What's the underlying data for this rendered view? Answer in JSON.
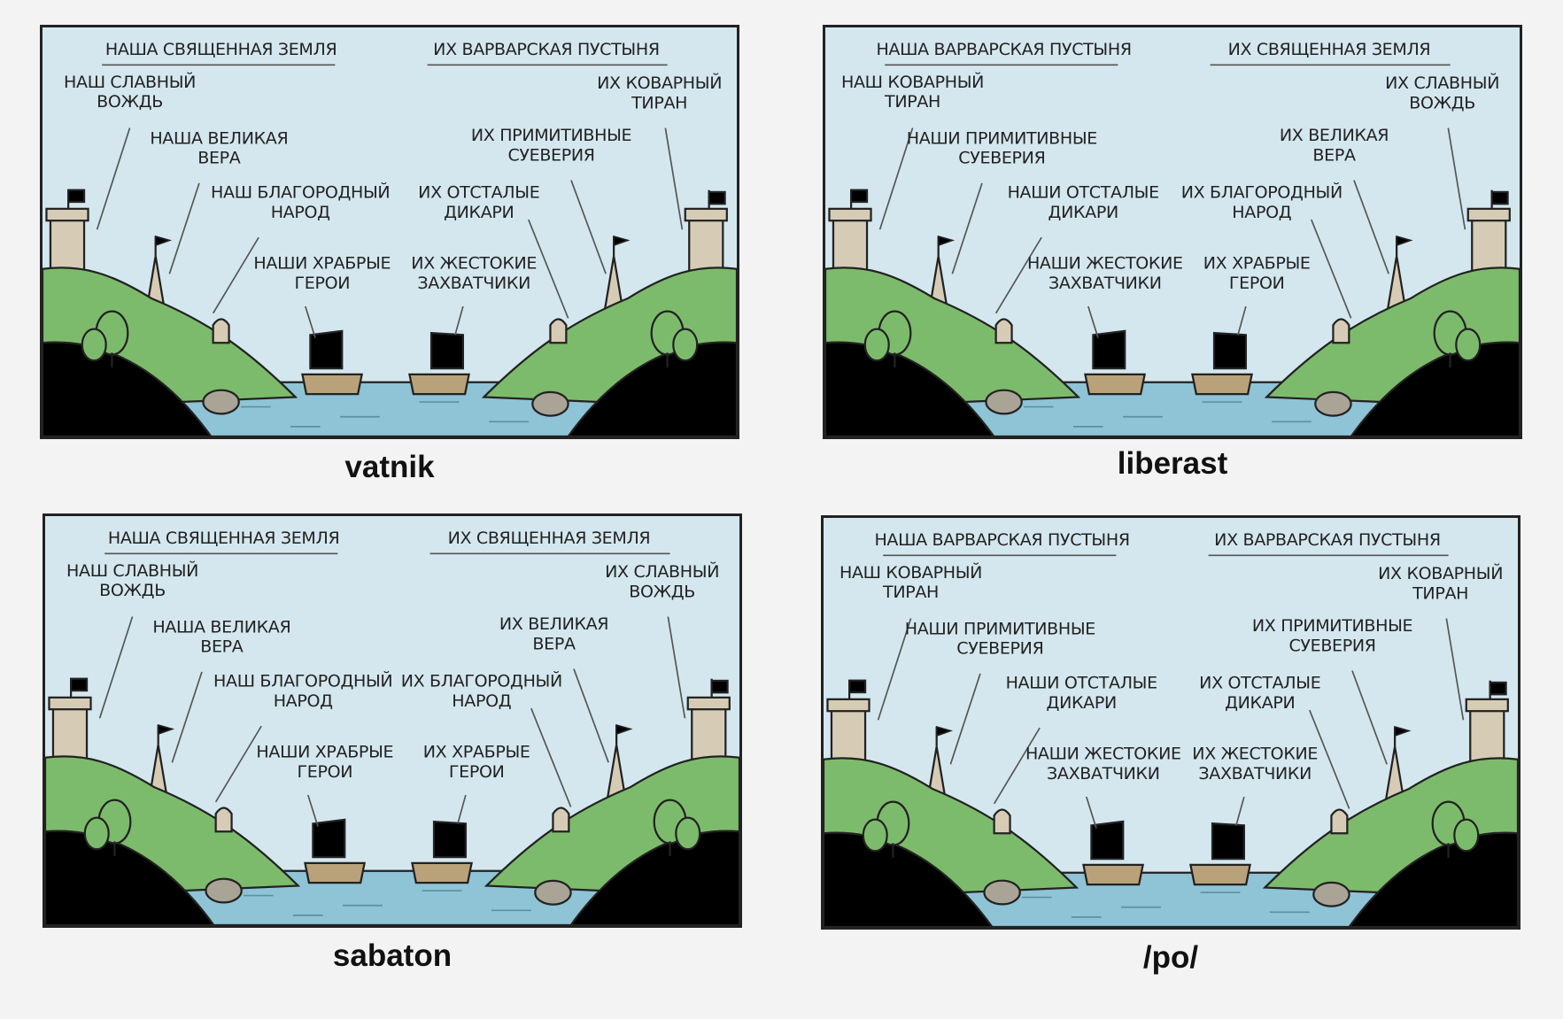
{
  "colors": {
    "sky": "#d4e7ef",
    "grass": "#7dbb6c",
    "grass_dark": "#5f9e55",
    "water": "#8fc3d6",
    "stone": "#d6ccb6",
    "our_flag": "#b894d0",
    "their_flag": "#e8aa45",
    "ink": "#222222"
  },
  "panels": [
    {
      "caption": "vatnik",
      "header_left": "НАША СВЯЩЕННАЯ ЗЕМЛЯ",
      "header_right": "ИХ ВАРВАРСКАЯ ПУСТЫНЯ",
      "left": {
        "leader": [
          "НАШ СЛАВНЫЙ",
          "ВОЖДЬ"
        ],
        "faith": [
          "НАША ВЕЛИКАЯ",
          "ВЕРА"
        ],
        "people": [
          "НАШ БЛАГОРОДНЫЙ",
          "НАРОД"
        ],
        "heroes": [
          "НАШИ ХРАБРЫЕ",
          "ГЕРОИ"
        ]
      },
      "right": {
        "leader": [
          "ИХ КОВАРНЫЙ",
          "ТИРАН"
        ],
        "faith": [
          "ИХ ПРИМИТИВНЫЕ",
          "СУЕВЕРИЯ"
        ],
        "people": [
          "ИХ ОТСТАЛЫЕ",
          "ДИКАРИ"
        ],
        "heroes": [
          "ИХ ЖЕСТОКИЕ",
          "ЗАХВАТЧИКИ"
        ]
      }
    },
    {
      "caption": "liberast",
      "header_left": "НАША ВАРВАРСКАЯ ПУСТЫНЯ",
      "header_right": "ИХ СВЯЩЕННАЯ ЗЕМЛЯ",
      "left": {
        "leader": [
          "НАШ КОВАРНЫЙ",
          "ТИРАН"
        ],
        "faith": [
          "НАШИ ПРИМИТИВНЫЕ",
          "СУЕВЕРИЯ"
        ],
        "people": [
          "НАШИ ОТСТАЛЫЕ",
          "ДИКАРИ"
        ],
        "heroes": [
          "НАШИ ЖЕСТОКИЕ",
          "ЗАХВАТЧИКИ"
        ]
      },
      "right": {
        "leader": [
          "ИХ СЛАВНЫЙ",
          "ВОЖДЬ"
        ],
        "faith": [
          "ИХ ВЕЛИКАЯ",
          "ВЕРА"
        ],
        "people": [
          "ИХ БЛАГОРОДНЫЙ",
          "НАРОД"
        ],
        "heroes": [
          "ИХ ХРАБРЫЕ",
          "ГЕРОИ"
        ]
      }
    },
    {
      "caption": "sabaton",
      "header_left": "НАША СВЯЩЕННАЯ ЗЕМЛЯ",
      "header_right": "ИХ СВЯЩЕННАЯ ЗЕМЛЯ",
      "left": {
        "leader": [
          "НАШ СЛАВНЫЙ",
          "ВОЖДЬ"
        ],
        "faith": [
          "НАША ВЕЛИКАЯ",
          "ВЕРА"
        ],
        "people": [
          "НАШ БЛАГОРОДНЫЙ",
          "НАРОД"
        ],
        "heroes": [
          "НАШИ ХРАБРЫЕ",
          "ГЕРОИ"
        ]
      },
      "right": {
        "leader": [
          "ИХ СЛАВНЫЙ",
          "ВОЖДЬ"
        ],
        "faith": [
          "ИХ ВЕЛИКАЯ",
          "ВЕРА"
        ],
        "people": [
          "ИХ БЛАГОРОДНЫЙ",
          "НАРОД"
        ],
        "heroes": [
          "ИХ ХРАБРЫЕ",
          "ГЕРОИ"
        ]
      }
    },
    {
      "caption": "/po/",
      "header_left": "НАША ВАРВАРСКАЯ ПУСТЫНЯ",
      "header_right": "ИХ ВАРВАРСКАЯ ПУСТЫНЯ",
      "left": {
        "leader": [
          "НАШ КОВАРНЫЙ",
          "ТИРАН"
        ],
        "faith": [
          "НАШИ ПРИМИТИВНЫЕ",
          "СУЕВЕРИЯ"
        ],
        "people": [
          "НАШИ ОТСТАЛЫЕ",
          "ДИКАРИ"
        ],
        "heroes": [
          "НАШИ ЖЕСТОКИЕ",
          "ЗАХВАТЧИКИ"
        ]
      },
      "right": {
        "leader": [
          "ИХ КОВАРНЫЙ",
          "ТИРАН"
        ],
        "faith": [
          "ИХ ПРИМИТИВНЫЕ",
          "СУЕВЕРИЯ"
        ],
        "people": [
          "ИХ ОТСТАЛЫЕ",
          "ДИКАРИ"
        ],
        "heroes": [
          "ИХ ЖЕСТОКИЕ",
          "ЗАХВАТЧИКИ"
        ]
      }
    }
  ]
}
